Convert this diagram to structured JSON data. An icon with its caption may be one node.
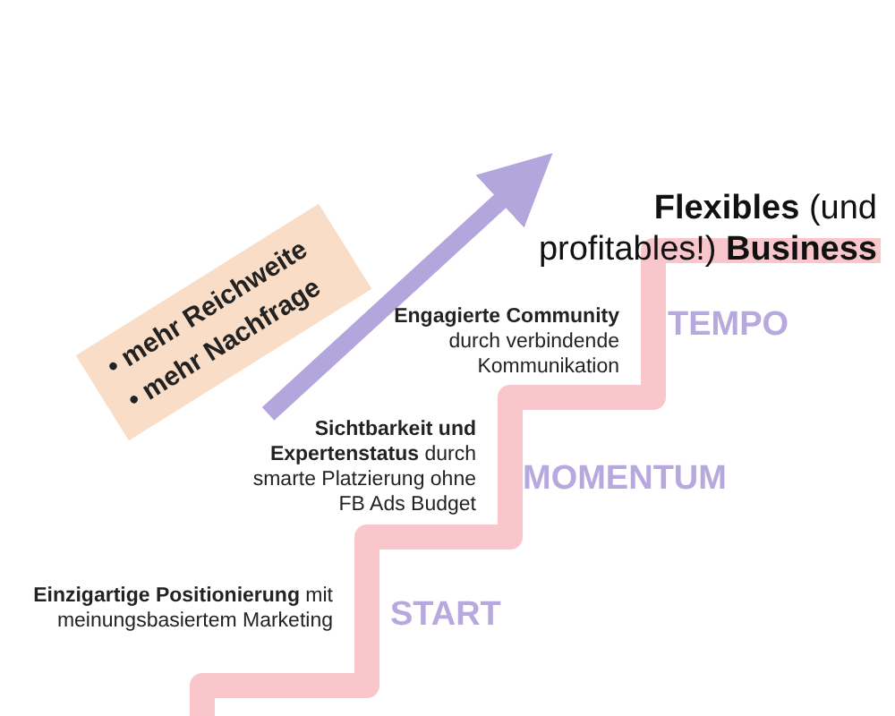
{
  "diagram": {
    "nodes": [
      {
        "text": [
          "START"
        ]
      },
      {
        "text": [
          "MOMENTUM"
        ]
      },
      {
        "text": [
          "TEMPO"
        ]
      },
      {
        "text": [
          "**Flexibles** (und profitables!) **Business**"
        ]
      },
      {
        "text": [
          "• mehr Reichweite",
          "• mehr Nachfrage"
        ]
      }
    ],
    "edges": [
      {
        "from": 4,
        "to": 3,
        "arrow": "to"
      }
    ],
    "labels": [
      "**Engagierte Community** durch verbindende Kommunikation",
      "**Sichtbarkeit und Expertenstatus** durch smarte Platzierung ohne FB Ads Budget",
      "**Einzigartige Positionierung** mit meinungsbasiertem Marketing"
    ]
  }
}
